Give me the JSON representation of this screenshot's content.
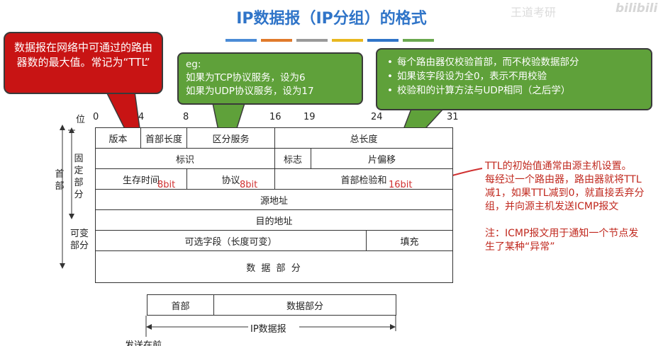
{
  "title": "IP数据报（IP分组）的格式",
  "watermark": "王道考研",
  "brand": "bilibili",
  "stripe_colors": [
    "#4a8bd6",
    "#e07a2b",
    "#9a9a9a",
    "#e8b820",
    "#2f74c8",
    "#6aa84f"
  ],
  "callouts": {
    "ttl_max": "数据报在网络中可通过的路由器数的最大值。常记为“TTL”",
    "protocol_eg_title": "eg:",
    "protocol_eg_line1": "如果为TCP协议服务，设为6",
    "protocol_eg_line2": "如果为UDP协议服务，设为17",
    "checksum_items": [
      "每个路由器仅校验首部，而不校验数据部分",
      "如果该字段设为全0，表示不用校验",
      "校验和的计算方法与UDP相同（之后学）"
    ]
  },
  "bit_positions": {
    "label": "位",
    "marks": [
      "0",
      "4",
      "8",
      "16",
      "19",
      "24",
      "31"
    ]
  },
  "side_labels": {
    "header": "首部",
    "fixed": "固定部分",
    "variable": "可变部分"
  },
  "fields": {
    "version": "版本",
    "header_length": "首部长度",
    "service": "区分服务",
    "total_length": "总长度",
    "identification": "标识",
    "flags": "标志",
    "fragment_offset": "片偏移",
    "ttl": "生存时间",
    "protocol": "协议",
    "checksum": "首部检验和",
    "src": "源地址",
    "dst": "目的地址",
    "options": "可选字段（长度可变）",
    "padding": "填充",
    "data": "数  据  部  分"
  },
  "bit_annotations": {
    "ttl_bits": "8bit",
    "protocol_bits": "8bit",
    "checksum_bits": "16bit"
  },
  "summary_bar": {
    "header": "首部",
    "data": "数据部分",
    "caption": "IP数据报"
  },
  "ttl_note": {
    "line1": "TTL的初始值通常由源主机设置。",
    "line2": "每经过一个路由器，路由器就将TTL减1，如果TTL减到0，就直接丢弃分组，并向源主机发送ICMP报文",
    "line3": "注：ICMP报文用于通知一个节点发生了某种“异常”"
  },
  "bottom_cut_text": "发送在前"
}
